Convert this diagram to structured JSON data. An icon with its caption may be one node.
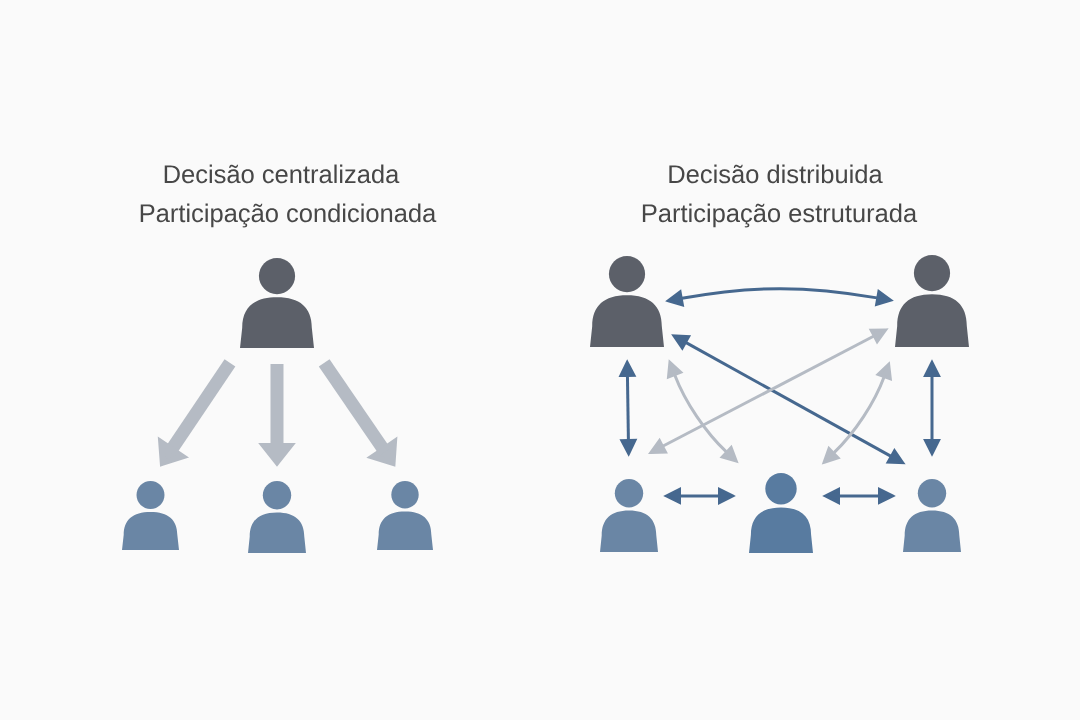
{
  "diagram": {
    "nodes": [
      {
        "text": [],
        "shape": "person"
      },
      {
        "text": [],
        "shape": "person"
      },
      {
        "text": [],
        "shape": "person"
      },
      {
        "text": [],
        "shape": "person"
      },
      {
        "text": [],
        "shape": "person"
      },
      {
        "text": [],
        "shape": "person"
      },
      {
        "text": [],
        "shape": "person"
      },
      {
        "text": [],
        "shape": "person"
      },
      {
        "text": [],
        "shape": "person"
      }
    ],
    "edges": [
      {
        "from": 0,
        "to": 1,
        "arrow": "to",
        "style": "thick",
        "color": "#b5bbc4"
      },
      {
        "from": 0,
        "to": 2,
        "arrow": "to",
        "style": "thick",
        "color": "#b5bbc4"
      },
      {
        "from": 0,
        "to": 3,
        "arrow": "to",
        "style": "thick",
        "color": "#b5bbc4"
      },
      {
        "from": 4,
        "to": 5,
        "arrow": "both",
        "color": "#46688f"
      },
      {
        "from": 4,
        "to": 6,
        "arrow": "both",
        "color": "#46688f"
      },
      {
        "from": 5,
        "to": 8,
        "arrow": "both",
        "color": "#46688f"
      },
      {
        "from": 4,
        "to": 8,
        "arrow": "both",
        "color": "#46688f"
      },
      {
        "from": 5,
        "to": 6,
        "arrow": "both",
        "color": "#b5bbc4"
      },
      {
        "from": 4,
        "to": 7,
        "arrow": "both",
        "color": "#b5bbc4"
      },
      {
        "from": 5,
        "to": 7,
        "arrow": "both",
        "color": "#b5bbc4"
      },
      {
        "from": 6,
        "to": 7,
        "arrow": "both",
        "color": "#46688f"
      },
      {
        "from": 7,
        "to": 8,
        "arrow": "both",
        "color": "#46688f"
      }
    ],
    "labels": [
      "Decisão centralizada",
      "Participação condicionada",
      "Decisão distribuida",
      "Participação estruturada"
    ]
  }
}
